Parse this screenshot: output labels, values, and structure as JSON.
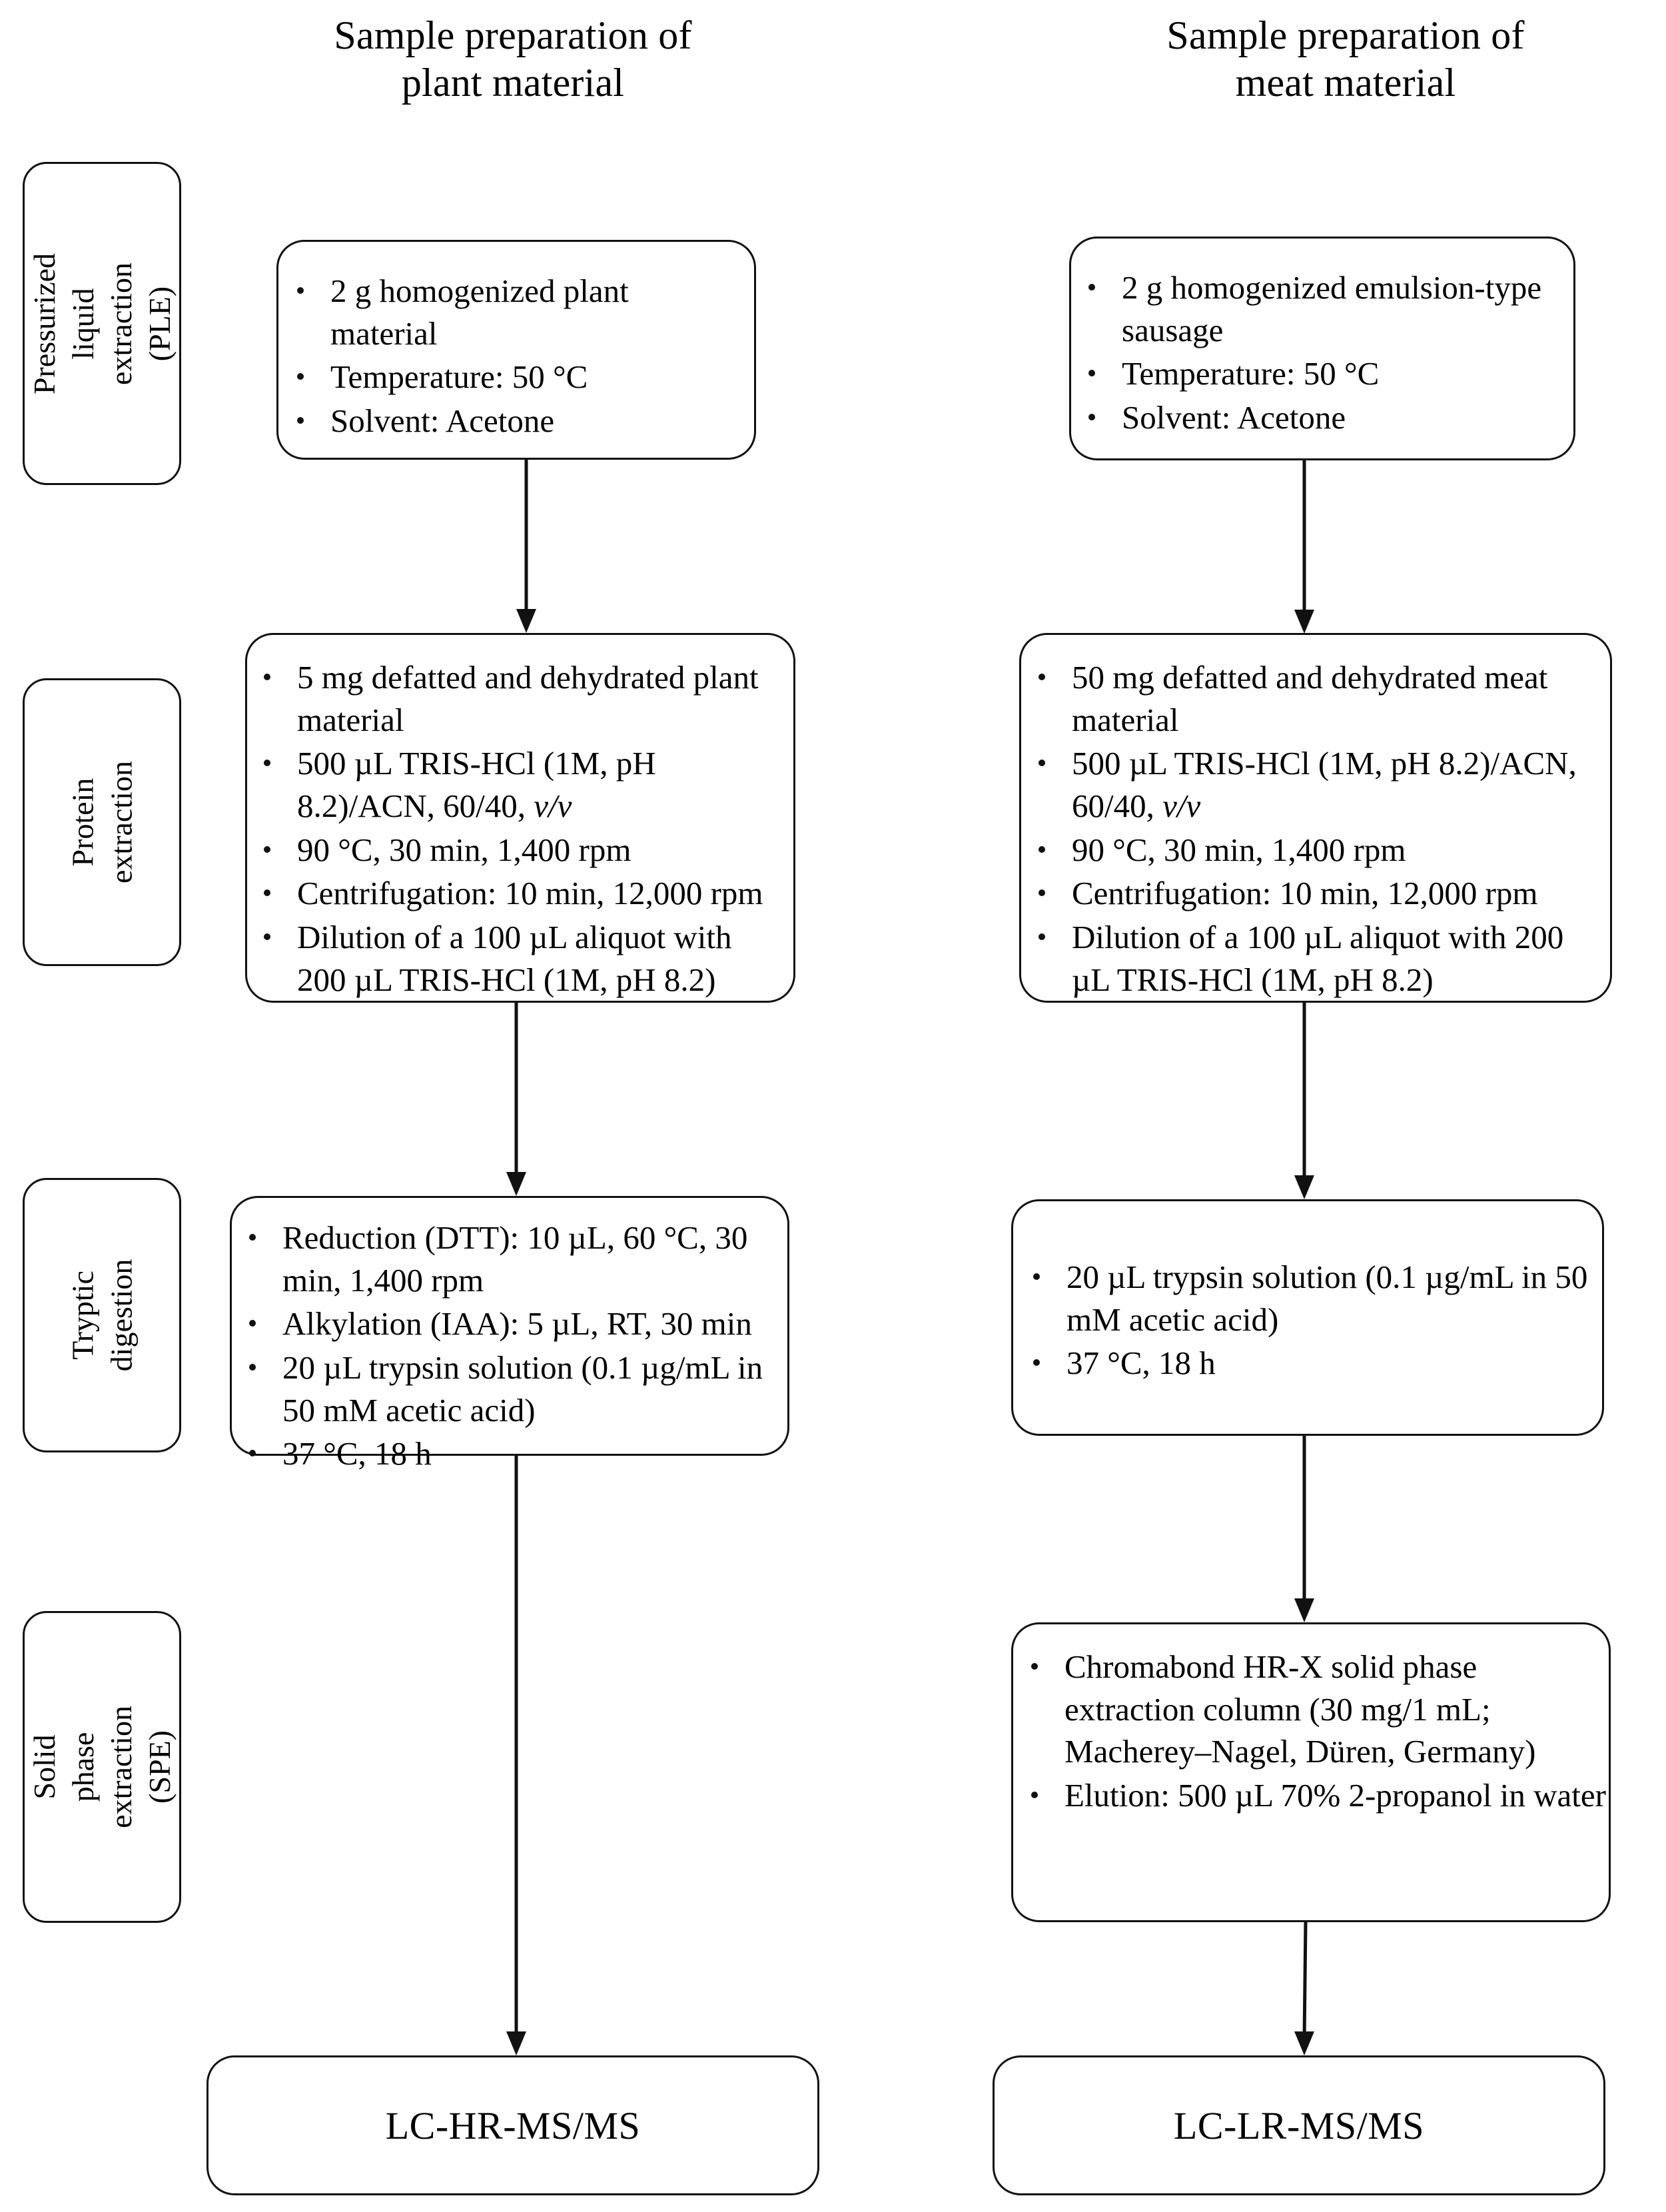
{
  "columns": [
    {
      "title": "Sample preparation of\nplant material"
    },
    {
      "title": "Sample preparation of\nmeat material"
    }
  ],
  "stages": [
    {
      "label": "Pressurized liquid\nextraction (PLE)"
    },
    {
      "label": "Protein\nextraction"
    },
    {
      "label": "Tryptic\ndigestion"
    },
    {
      "label": "Solid phase\nextraction (SPE)"
    }
  ],
  "plant": {
    "ple": [
      "2 g homogenized plant material",
      "Temperature: 50 °C",
      "Solvent: Acetone"
    ],
    "protein": [
      "5 mg defatted and dehydrated plant material",
      "500 µL TRIS-HCl (1M, pH 8.2)/ACN, 60/40, v/v",
      "90 °C, 30 min, 1,400 rpm",
      "Centrifugation: 10 min, 12,000 rpm",
      "Dilution of a 100 µL aliquot with 200 µL TRIS-HCl (1M, pH 8.2)"
    ],
    "tryptic": [
      "Reduction (DTT): 10 µL, 60 °C, 30 min, 1,400 rpm",
      "Alkylation (IAA): 5 µL, RT, 30 min",
      "20 µL trypsin solution (0.1 µg/mL in 50 mM acetic acid)",
      "37 °C, 18 h"
    ],
    "result": "LC-HR-MS/MS"
  },
  "meat": {
    "ple": [
      "2 g homogenized emulsion-type sausage",
      "Temperature: 50 °C",
      "Solvent: Acetone"
    ],
    "protein": [
      "50 mg defatted and dehydrated meat material",
      "500 µL TRIS-HCl (1M, pH 8.2)/ACN, 60/40, v/v",
      "90 °C, 30 min, 1,400 rpm",
      "Centrifugation: 10 min, 12,000 rpm",
      "Dilution of a 100 µL aliquot with 200 µL TRIS-HCl (1M, pH 8.2)"
    ],
    "tryptic": [
      "20 µL trypsin solution (0.1 µg/mL in 50 mM acetic acid)",
      "37 °C, 18 h"
    ],
    "spe": [
      "Chromabond HR-X solid phase extraction column (30 mg/1 mL; Macherey–Nagel, Düren, Germany)",
      "Elution: 500 µL 70% 2-propanol in water"
    ],
    "result": "LC-LR-MS/MS"
  },
  "colors": {
    "stroke": "#111111",
    "background": "#ffffff",
    "text": "#000000"
  }
}
